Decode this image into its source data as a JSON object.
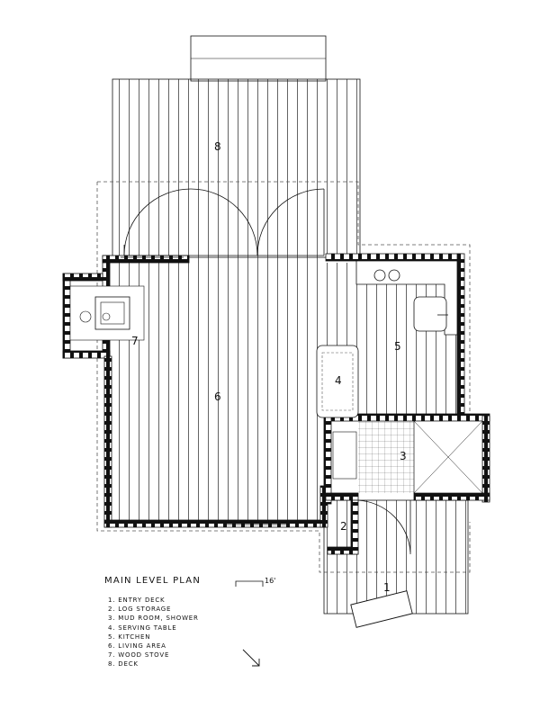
{
  "plan": {
    "title": "MAIN LEVEL PLAN",
    "scale_label": "16'",
    "room_numbers": {
      "entry_deck": "1",
      "log_storage": "2",
      "mud_room": "3",
      "serving_table": "4",
      "kitchen": "5",
      "living_area": "6",
      "wood_stove": "7",
      "deck": "8"
    },
    "legend": [
      "1. ENTRY DECK",
      "2. LOG STORAGE",
      "3. MUD ROOM, SHOWER",
      "4. SERVING TABLE",
      "5. KITCHEN",
      "6. LIVING AREA",
      "7. WOOD STOVE",
      "8. DECK"
    ]
  }
}
